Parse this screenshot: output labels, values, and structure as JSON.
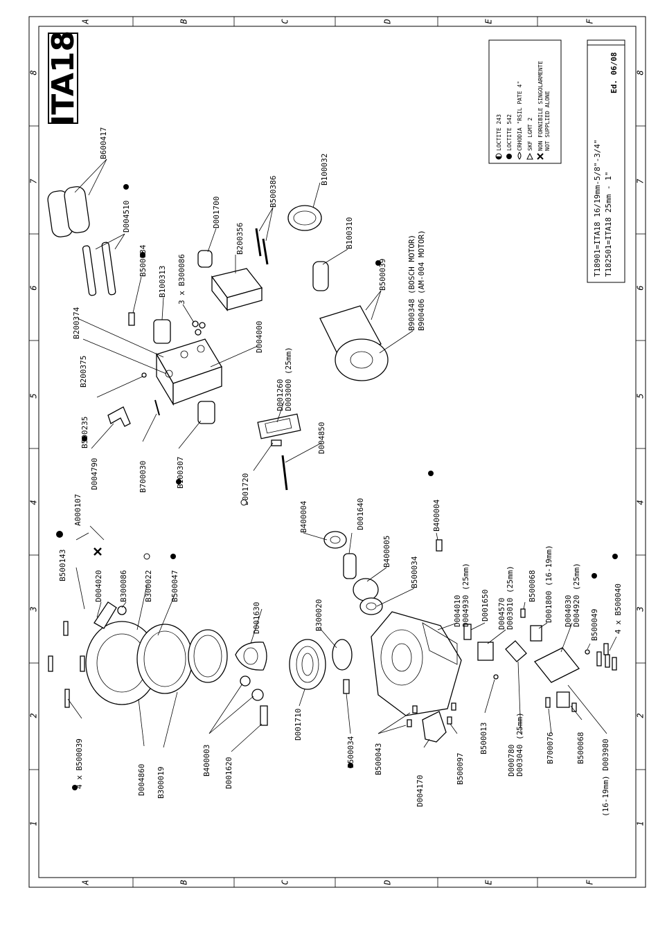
{
  "title": "ITA18",
  "edition": "Ed. 06/08",
  "grid": {
    "rows": [
      "A",
      "B",
      "C",
      "D",
      "E",
      "F"
    ],
    "cols": [
      "1",
      "2",
      "3",
      "4",
      "5",
      "6",
      "7",
      "8"
    ]
  },
  "legend": [
    {
      "symbol": "half-circle",
      "text": "LOCTITE 243"
    },
    {
      "symbol": "full-circle",
      "text": "LOCTITE 542"
    },
    {
      "symbol": "drop",
      "text": "CRHODIA \"RSIL PATE 4\""
    },
    {
      "symbol": "triangle",
      "text": "SKF LGMT 2"
    },
    {
      "symbol": "cross",
      "text": "NON FORNIBILE SINGOLARMENTE"
    },
    {
      "symbol": "",
      "text": "NOT SUPPLIED ALONE"
    }
  ],
  "models": [
    "T18901=ITA18  16/19mm-5/8\"-3/4\"",
    "T182501=ITA18  25mm - 1\""
  ],
  "parts": {
    "p01": "B600417",
    "p02": "D004510",
    "p03": "B100032",
    "p04": "D001700",
    "p05": "B200356",
    "p06": "B500386",
    "p07": "B500034",
    "p08": "B100313",
    "p09": "3 x B300086",
    "p10": "B100310",
    "p11": "B500039",
    "p12": "B900348 (BOSCH MOTOR)",
    "p13": "B900406 (AM-004 MOTOR)",
    "p14": "B200374",
    "p15": "B200375",
    "p16": "D004000",
    "p17": "D001260",
    "p18": "D003000 (25mm)",
    "p19": "B500235",
    "p20": "D004790",
    "p21": "B700030",
    "p22": "B100307",
    "p23": "D004850",
    "p24": "D001720",
    "p25": "A000107",
    "p26": "B500143",
    "p27": "D004020",
    "p28": "B300086",
    "p29": "B300022",
    "p30": "B500047",
    "p31": "B400004",
    "p32": "D001640",
    "p33": "B400005",
    "p34": "B500034",
    "p35": "B400004",
    "p36": "D004010",
    "p37": "D004930 (25mm)",
    "p38": "D001650",
    "p39": "D004570",
    "p40": "D003010 (25mm)",
    "p41": "B500068",
    "p42": "D001800 (16-19mm)",
    "p43": "D004030",
    "p44": "D004920 (25mm)",
    "p45": "B500049",
    "p46": "4 x B500040",
    "p47": "D001630",
    "p48": "B300020",
    "p49": "4 x B500039",
    "p50": "D004860",
    "p51": "B300019",
    "p52": "B400003",
    "p53": "D001620",
    "p54": "D001710",
    "p55": "B500034",
    "p56": "B500043",
    "p57": "D004170",
    "p58": "B500097",
    "p59": "B500013",
    "p60": "D000780",
    "p61": "D003040 (25mm)",
    "p62": "B700076",
    "p63": "B500068",
    "p64": "(16-19mm) D003980"
  }
}
